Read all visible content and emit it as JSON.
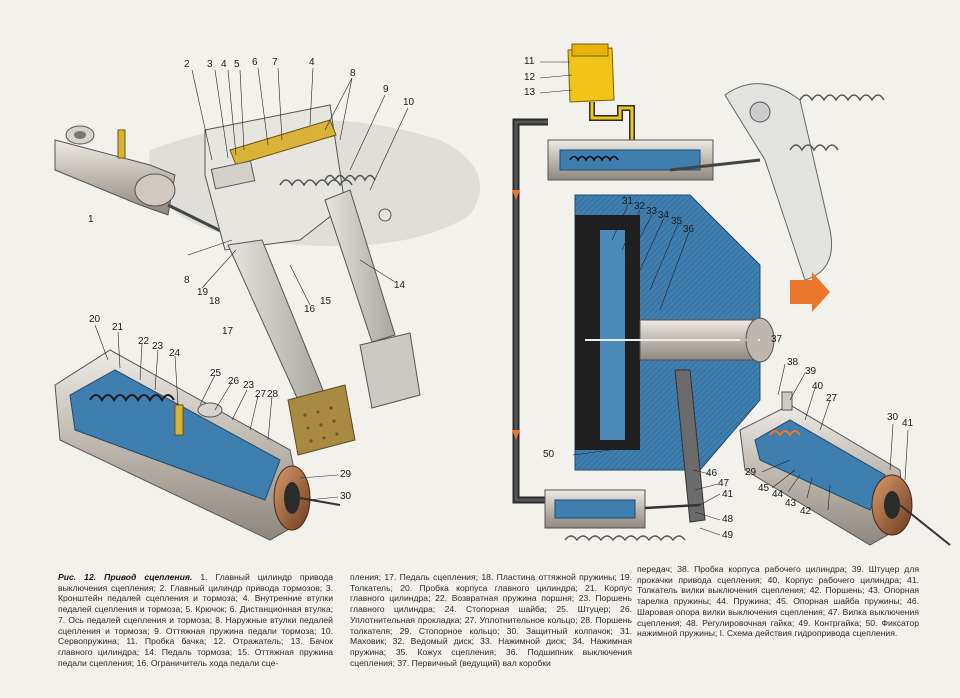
{
  "callouts": {
    "c1": "1",
    "c2": "2",
    "c3": "3",
    "c4a": "4",
    "c4b": "4",
    "c5": "5",
    "c6": "6",
    "c7": "7",
    "c8a": "8",
    "c8b": "8",
    "c9": "9",
    "c10": "10",
    "c11": "11",
    "c12": "12",
    "c13": "13",
    "c14": "14",
    "c15": "15",
    "c16": "16",
    "c17": "17",
    "c18": "18",
    "c19": "19",
    "c20": "20",
    "c21": "21",
    "c22": "22",
    "c23a": "23",
    "c23b": "23",
    "c24": "24",
    "c25": "25",
    "c26": "26",
    "c27a": "27",
    "c27b": "27",
    "c28": "28",
    "c29a": "29",
    "c29b": "29",
    "c30a": "30",
    "c30b": "30",
    "c31": "31",
    "c32": "32",
    "c33": "33",
    "c34": "34",
    "c35": "35",
    "c36": "36",
    "c37": "37",
    "c38": "38",
    "c39": "39",
    "c40": "40",
    "c41a": "41",
    "c41b": "41",
    "c42": "42",
    "c43": "43",
    "c44": "44",
    "c45": "45",
    "c46": "46",
    "c47": "47",
    "c48": "48",
    "c49": "49",
    "c50": "50"
  },
  "caption": {
    "title": "Рис. 12. Привод сцепления.",
    "col1": "1. Главный цилиндр привода выключения сцепления; 2. Главный цилиндр привода тормозов; 3. Кронштейн педалей сцепления и тормоза; 4. Внутренние втулки педалей сцепления и тормоза; 5. Крючок; 6. Дистанционная втулка; 7. Ось педалей сцепления и тормоза; 8. Наружные втулки педалей сцепления и тормоза; 9. Оттяжная пружина педали тормоза; 10. Сервопружина; 11. Пробка бачка; 12. Отражатель; 13. Бачок главного цилиндра; 14. Педаль тормоза; 15. Оттяжная пружина педали сцепления; 16. Ограничитель хода педали сце-",
    "col2": "пления; 17. Педаль сцепления; 18. Пластина оттяжной пружины; 19. Толкатель; 20. Пробка корпуса главного цилиндра; 21. Корпус главного цилиндра; 22. Возвратная пружина поршня; 23. Поршень главного цилиндра; 24. Стопорная шайба; 25. Штуцер; 26. Уплотнительная прокладка; 27. Уплотнительное кольцо; 28. Поршень толкателя; 29. Стопорное кольцо; 30. Защитный колпачок; 31. Маховик; 32. Ведомый диск; 33. Нажимной диск; 34. Нажимная пружина; 35. Кожух сцепления; 36. Подшипник выключения сцепления; 37. Первичный (ведущий) вал коробки",
    "col3": "передач; 38. Пробка корпуса рабочего цилиндра; 39. Штуцер для прокачки привода сцепления; 40. Корпус рабочего цилиндра; 41. Толкатель вилки выключения сцепления; 42. Поршень; 43. Опорная тарелка пружины; 44. Пружина; 45. Опорная шайба пружины; 46. Шаровая опора вилки выключения сцепления; 47. Вилка выключения сцепления; 48. Регулировочная гайка; 49. Контргайка; 50. Фиксатор нажимной пружины; I. Схема действия гидропривода сцепления."
  },
  "colors": {
    "metal": "#c9c4bb",
    "section_blue": "#3f7fb0",
    "brass": "#d9b23a",
    "reservoir": "#f0c419",
    "copper": "#a8683e",
    "dark": "#2b2b2b",
    "arrow": "#e8772c"
  }
}
